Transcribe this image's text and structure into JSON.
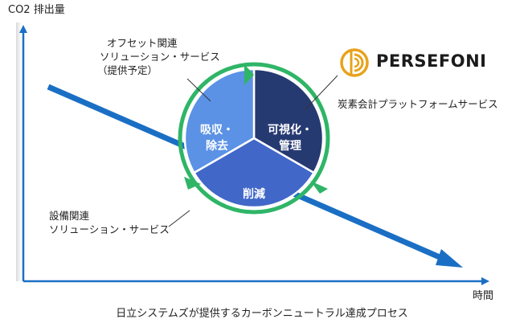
{
  "axis": {
    "y_label": "CO2 排出量",
    "x_label": "時間"
  },
  "caption": "日立システムズが提供するカーボンニュートラル達成プロセス",
  "segments": {
    "absorb": {
      "line1": "吸収・",
      "line2": "除去",
      "color": "#5b92e5"
    },
    "visualize": {
      "line1": "可視化・",
      "line2": "管理",
      "color": "#263a72"
    },
    "reduce": {
      "line1": "削減",
      "color": "#4167c8"
    }
  },
  "labels": {
    "offset": [
      "オフセット関連",
      "ソリューション・サービス",
      "（提供予定）"
    ],
    "equipment": [
      "設備関連",
      "ソリューション・サービス"
    ],
    "platform": "炭素会計プラットフォームサービス"
  },
  "brand": {
    "name": "PERSEFONI",
    "accent": "#e8a21a"
  },
  "colors": {
    "axis": "#1a6fc4",
    "trend_arrow": "#1a6fc4",
    "ring": "#2fb567"
  }
}
